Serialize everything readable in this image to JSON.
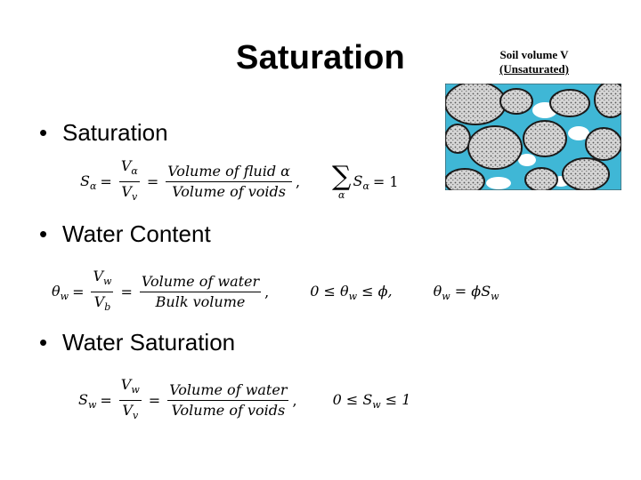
{
  "title": "Saturation",
  "figure": {
    "caption_line1": "Soil volume V",
    "caption_line2": "(Unsaturated)",
    "water_color": "#3fb7d6",
    "grain_color": "#b9b9b9"
  },
  "bullets": [
    {
      "marker": "•",
      "label": "Saturation"
    },
    {
      "marker": "•",
      "label": "Water Content"
    },
    {
      "marker": "•",
      "label": "Water Saturation"
    }
  ],
  "eq1": {
    "lhs": "S",
    "lhs_sub": "α",
    "frac1_num": "V",
    "frac1_num_sub": "α",
    "frac1_den": "V",
    "frac1_den_sub": "v",
    "frac2_num": "Volume of fluid α",
    "frac2_den": "Volume of voids",
    "sum_symbol": "∑",
    "sum_index": "α",
    "sum_term": "S",
    "sum_term_sub": "α",
    "sum_rhs": "= 1"
  },
  "eq2": {
    "lhs": "θ",
    "lhs_sub": "w",
    "frac1_num": "V",
    "frac1_num_sub": "w",
    "frac1_den": "V",
    "frac1_den_sub": "b",
    "frac2_num": "Volume of water",
    "frac2_den": "Bulk volume",
    "cond_pre": "0 ≤ θ",
    "cond_sub": "w",
    "cond_post": " ≤ ϕ,",
    "rel_pre": "θ",
    "rel_sub": "w",
    "rel_post": " = ϕS",
    "rel_sub2": "w"
  },
  "eq3": {
    "lhs": "S",
    "lhs_sub": "w",
    "frac1_num": "V",
    "frac1_num_sub": "w",
    "frac1_den": "V",
    "frac1_den_sub": "v",
    "frac2_num": "Volume of water",
    "frac2_den": "Volume of voids",
    "cond_pre": "0 ≤ S",
    "cond_sub": "w",
    "cond_post": " ≤ 1"
  }
}
